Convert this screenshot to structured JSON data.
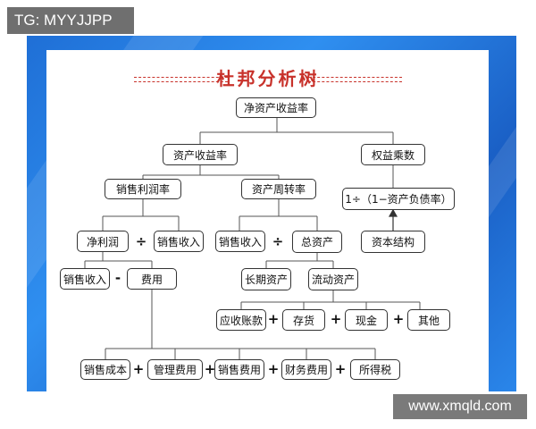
{
  "watermarks": {
    "top_left": "TG: MYYJJPP",
    "bottom_right": "www.xmqld.com"
  },
  "diagram": {
    "title": "杜邦分析树",
    "nodes": {
      "roe": "净资产收益率",
      "roa": "资产收益率",
      "equity_multiplier": "权益乘数",
      "net_margin": "销售利润率",
      "asset_turnover": "资产周转率",
      "em_formula": "1÷（1−资产负债率）",
      "net_profit": "净利润",
      "sales_revenue_1": "销售收入",
      "sales_revenue_2": "销售收入",
      "total_assets": "总资产",
      "capital_structure": "资本结构",
      "sales_revenue_3": "销售收入",
      "expenses": "费用",
      "long_term_assets": "长期资产",
      "current_assets": "流动资产",
      "receivables": "应收账款",
      "inventory": "存货",
      "cash": "现金",
      "other": "其他",
      "cost_of_sales": "销售成本",
      "admin_expense": "管理费用",
      "selling_expense": "销售费用",
      "finance_expense": "财务费用",
      "income_tax": "所得税"
    },
    "operators": {
      "divide": "÷",
      "minus": "-",
      "plus": "+",
      "arrow_up": "↑"
    }
  }
}
